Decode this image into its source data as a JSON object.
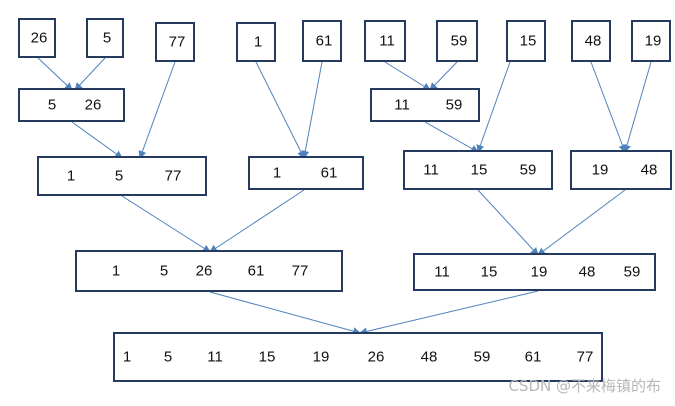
{
  "nodes": [
    {
      "id": "leaf-1",
      "values": [
        "26"
      ]
    },
    {
      "id": "leaf-2",
      "values": [
        "5"
      ]
    },
    {
      "id": "leaf-3",
      "values": [
        "77"
      ]
    },
    {
      "id": "leaf-4",
      "values": [
        "1"
      ]
    },
    {
      "id": "leaf-5",
      "values": [
        "61"
      ]
    },
    {
      "id": "leaf-6",
      "values": [
        "11"
      ]
    },
    {
      "id": "leaf-7",
      "values": [
        "59"
      ]
    },
    {
      "id": "leaf-8",
      "values": [
        "15"
      ]
    },
    {
      "id": "leaf-9",
      "values": [
        "48"
      ]
    },
    {
      "id": "leaf-10",
      "values": [
        "19"
      ]
    },
    {
      "id": "merge-a",
      "values": [
        "5",
        "26"
      ]
    },
    {
      "id": "merge-b",
      "values": [
        "11",
        "59"
      ]
    },
    {
      "id": "merge-c",
      "values": [
        "1",
        "5",
        "77"
      ]
    },
    {
      "id": "merge-d",
      "values": [
        "1",
        "61"
      ]
    },
    {
      "id": "merge-e",
      "values": [
        "11",
        "15",
        "59"
      ]
    },
    {
      "id": "merge-f",
      "values": [
        "19",
        "48"
      ]
    },
    {
      "id": "merge-g",
      "values": [
        "1",
        "5",
        "26",
        "61",
        "77"
      ]
    },
    {
      "id": "merge-h",
      "values": [
        "11",
        "15",
        "19",
        "48",
        "59"
      ]
    },
    {
      "id": "result",
      "values": [
        "1",
        "5",
        "11",
        "15",
        "19",
        "26",
        "48",
        "59",
        "61",
        "77"
      ]
    }
  ],
  "edges": [
    [
      "leaf-1",
      "merge-a"
    ],
    [
      "leaf-2",
      "merge-a"
    ],
    [
      "leaf-6",
      "merge-b"
    ],
    [
      "leaf-7",
      "merge-b"
    ],
    [
      "merge-a",
      "merge-c"
    ],
    [
      "leaf-3",
      "merge-c"
    ],
    [
      "leaf-4",
      "merge-d"
    ],
    [
      "leaf-5",
      "merge-d"
    ],
    [
      "merge-b",
      "merge-e"
    ],
    [
      "leaf-8",
      "merge-e"
    ],
    [
      "leaf-9",
      "merge-f"
    ],
    [
      "leaf-10",
      "merge-f"
    ],
    [
      "merge-c",
      "merge-g"
    ],
    [
      "merge-d",
      "merge-g"
    ],
    [
      "merge-e",
      "merge-h"
    ],
    [
      "merge-f",
      "merge-h"
    ],
    [
      "merge-g",
      "result"
    ],
    [
      "merge-h",
      "result"
    ]
  ],
  "watermark": "CSDN @不来梅镇的布",
  "colors": {
    "box_border": "#243a5e",
    "arrow": "#4f81bd",
    "watermark": "#b7b7b7"
  }
}
